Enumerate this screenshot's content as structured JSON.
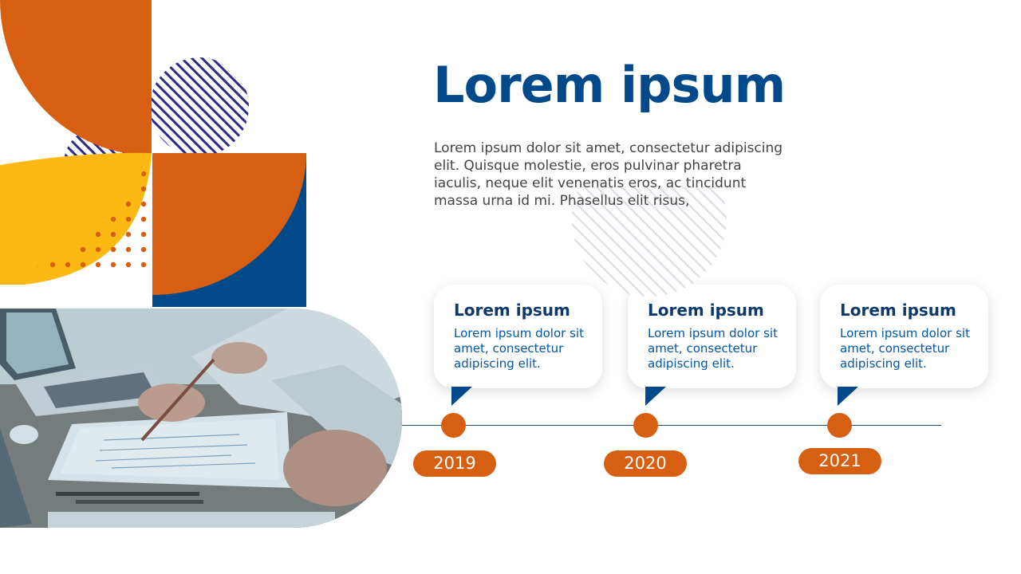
{
  "title": "Lorem ipsum",
  "paragraph": "Lorem ipsum dolor sit amet, consectetur adipiscing elit. Quisque molestie, eros pulvinar pharetra iaculis, neque elit venenatis eros, ac tincidunt massa urna id mi. Phasellus elit risus,",
  "colors": {
    "orange": "#d75f12",
    "yellow": "#fdb913",
    "navy": "#004a8c",
    "stripe_purple": "#2e2a8a"
  },
  "images": {
    "photo": "office-desk-documents-photo"
  },
  "timeline": {
    "items": [
      {
        "title": "Lorem ipsum",
        "text": "Lorem ipsum dolor sit amet, consectetur adipiscing elit.",
        "year": "2019"
      },
      {
        "title": "Lorem ipsum",
        "text": "Lorem ipsum dolor sit amet, consectetur adipiscing elit.",
        "year": "2020"
      },
      {
        "title": "Lorem ipsum",
        "text": "Lorem ipsum dolor sit amet, consectetur adipiscing elit.",
        "year": "2021"
      }
    ]
  }
}
